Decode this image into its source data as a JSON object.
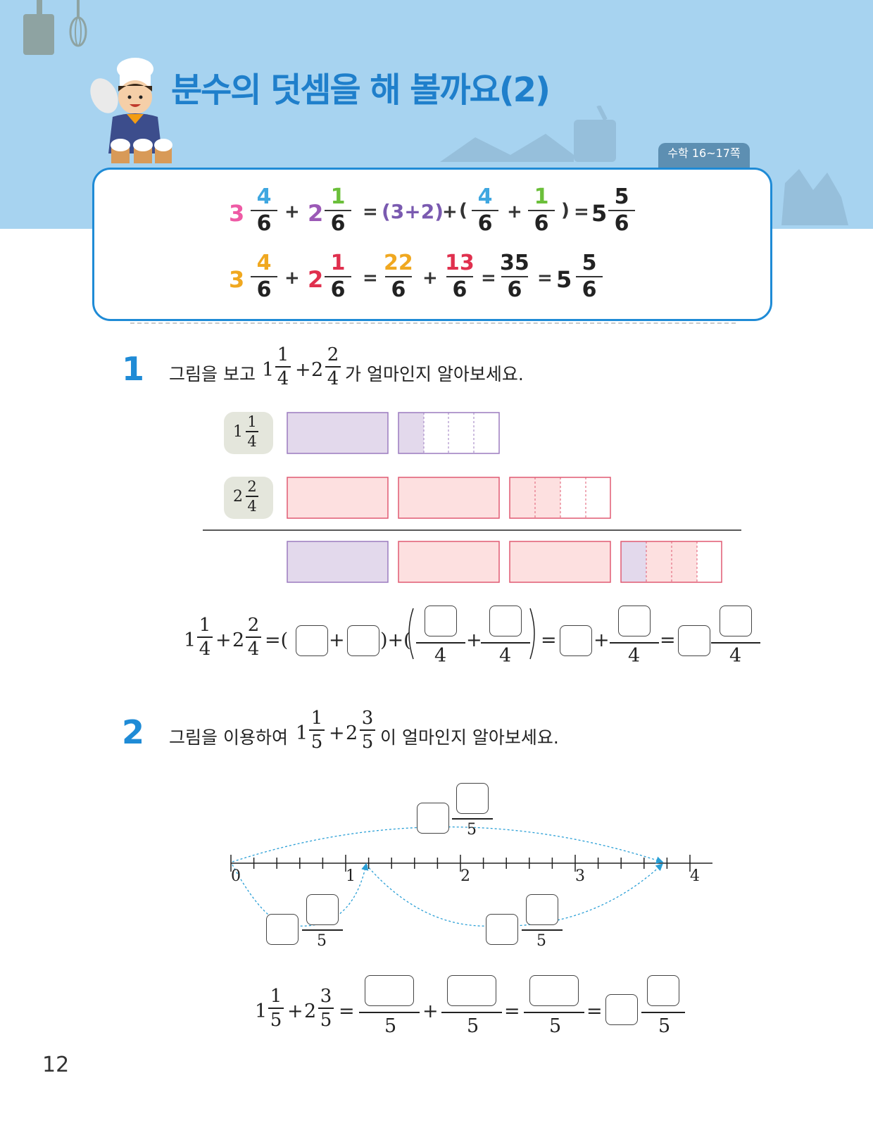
{
  "header": {
    "title": "분수의 덧셈을 해 볼까요(2)",
    "reference": "수학 16~17쪽"
  },
  "summary": {
    "line1": {
      "a_whole": "3",
      "a_num": "4",
      "a_den": "6",
      "plus": "+",
      "b_whole": "2",
      "b_num": "1",
      "b_den": "6",
      "eq": "=",
      "group1": "(3+2)",
      "group_open": "(",
      "group_close": ")",
      "c_num": "4",
      "c_den": "6",
      "d_num": "1",
      "d_den": "6",
      "result_whole": "5",
      "result_num": "5",
      "result_den": "6"
    },
    "line2": {
      "a_whole": "3",
      "a_num": "4",
      "a_den": "6",
      "b_whole": "2",
      "b_num": "1",
      "b_den": "6",
      "i1_num": "22",
      "i1_den": "6",
      "i2_num": "13",
      "i2_den": "6",
      "sum_num": "35",
      "sum_den": "6",
      "result_whole": "5",
      "result_num": "5",
      "result_den": "6"
    }
  },
  "q1": {
    "number": "1",
    "prompt_pre": "그림을 보고",
    "prompt_post": "가 얼마인지 알아보세요.",
    "a_whole": "1",
    "a_num": "1",
    "a_den": "4",
    "plus": "+",
    "b_whole": "2",
    "b_num": "2",
    "b_den": "4",
    "label1_whole": "1",
    "label1_num": "1",
    "label1_den": "4",
    "label2_whole": "2",
    "label2_num": "2",
    "label2_den": "4",
    "eq_den": "4",
    "eq_open": "=(",
    "eq_plus": "+",
    "eq_mid": ")+(",
    "eq_close": ")=",
    "eq_eq": "="
  },
  "q2": {
    "number": "2",
    "prompt_pre": "그림을 이용하여",
    "prompt_post": "이 얼마인지 알아보세요.",
    "a_whole": "1",
    "a_num": "1",
    "a_den": "5",
    "plus": "+",
    "b_whole": "2",
    "b_num": "3",
    "b_den": "5",
    "den": "5",
    "ticks": [
      "0",
      "1",
      "2",
      "3",
      "4"
    ],
    "eq": "=",
    "eq_plus": "+"
  },
  "page_number": "12",
  "colors": {
    "header_bg": "#a7d3f0",
    "title": "#1f7fcb",
    "accent_blue": "#1f8bd6",
    "purple_fill": "#e3d9ec",
    "pink_fill": "#fde0e0",
    "pink_border": "#e05a72",
    "purple_border": "#9b7bbf",
    "arc": "#2a9fd6"
  }
}
